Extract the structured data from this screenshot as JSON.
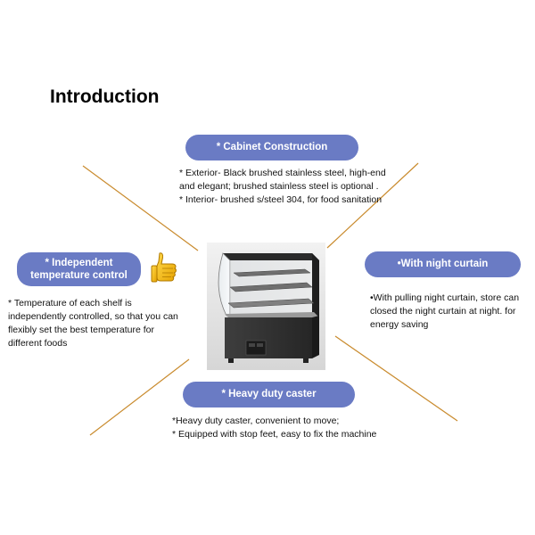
{
  "title": "Introduction",
  "cabinet": {
    "heading": "* Cabinet Construction",
    "lines": [
      "* Exterior- Black brushed stainless steel, high-end and elegant; brushed stainless steel is optional .",
      "* Interior- brushed s/steel 304, for food sanitation"
    ]
  },
  "temperature": {
    "heading": "* Independent temperature control",
    "lines": [
      "* Temperature of each shelf is independently controlled,  so that you can flexibly set the best temperature for different foods"
    ]
  },
  "night_curtain": {
    "heading": "•With night curtain",
    "lines": [
      "•With pulling night curtain, store can closed the night curtain at night. for energy saving"
    ]
  },
  "caster": {
    "heading": "* Heavy duty caster",
    "lines": [
      "*Heavy duty caster, convenient to move;",
      "* Equipped with stop feet, easy to fix the machine"
    ]
  },
  "icons": {
    "thumb": "thumbs-up-icon",
    "product": "display-cabinet-image"
  },
  "colors": {
    "pill": "#6a7bc4",
    "connector": "#c98b2e"
  }
}
